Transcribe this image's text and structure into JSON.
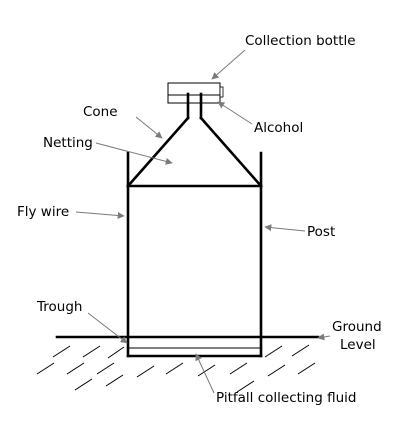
{
  "labels": {
    "collection_bottle": "Collection bottle",
    "cone": "Cone",
    "alcohol": "Alcohol",
    "netting": "Netting",
    "fly_wire": "Fly wire",
    "post": "Post",
    "trough": "Trough",
    "ground_level_line1": "Ground",
    "ground_level_line2": "Level",
    "pitfall_fluid": "Pitfall collecting fluid"
  }
}
